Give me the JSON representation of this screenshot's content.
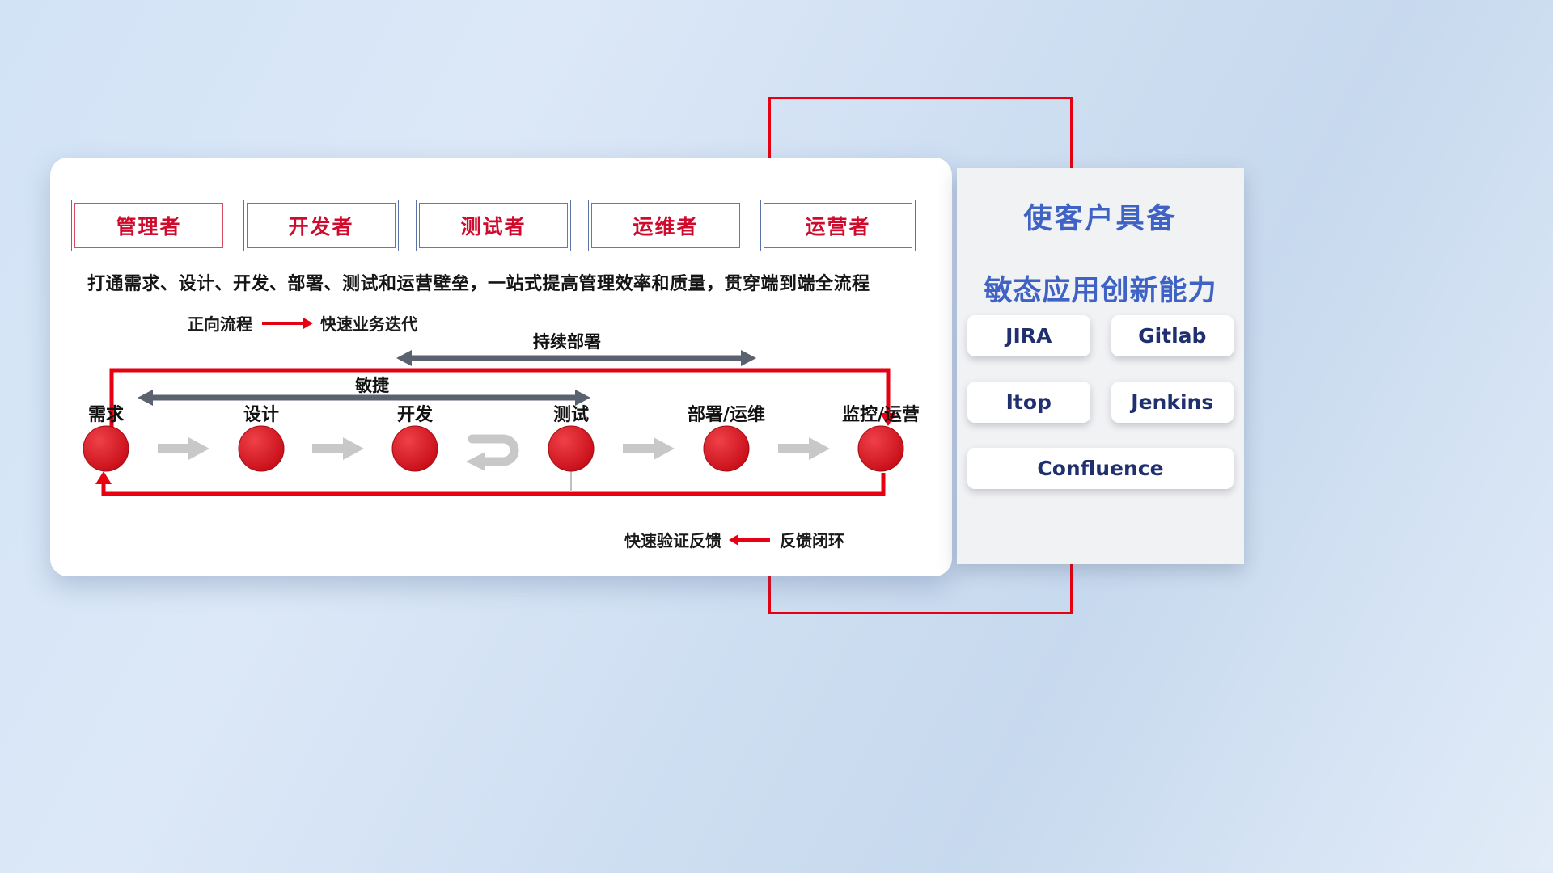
{
  "colors": {
    "accent_red": "#e60012",
    "node_red": "#c60c16",
    "title_blue": "#3f63c4",
    "tool_navy": "#20306e",
    "gray_arrow": "#c8c8c8",
    "dark_arrow": "#59626e"
  },
  "card": {
    "roles": [
      "管理者",
      "开发者",
      "测试者",
      "运维者",
      "运营者"
    ],
    "subtitle": "打通需求、设计、开发、部署、测试和运营壁垒，一站式提高管理效率和质量，贯穿端到端全流程",
    "legend_forward": {
      "label": "正向流程",
      "value": "快速业务迭代"
    },
    "arrows": {
      "continuous_deploy": "持续部署",
      "agile": "敏捷"
    },
    "flow_nodes": [
      "需求",
      "设计",
      "开发",
      "测试",
      "部署/运维",
      "监控/运营"
    ],
    "legend_feedback": {
      "label": "快速验证反馈",
      "value": "反馈闭环"
    }
  },
  "panel": {
    "title_line1": "使客户具备",
    "title_line2": "敏态应用创新能力",
    "tools": [
      "JIRA",
      "Gitlab",
      "Itop",
      "Jenkins",
      "Confluence"
    ]
  }
}
